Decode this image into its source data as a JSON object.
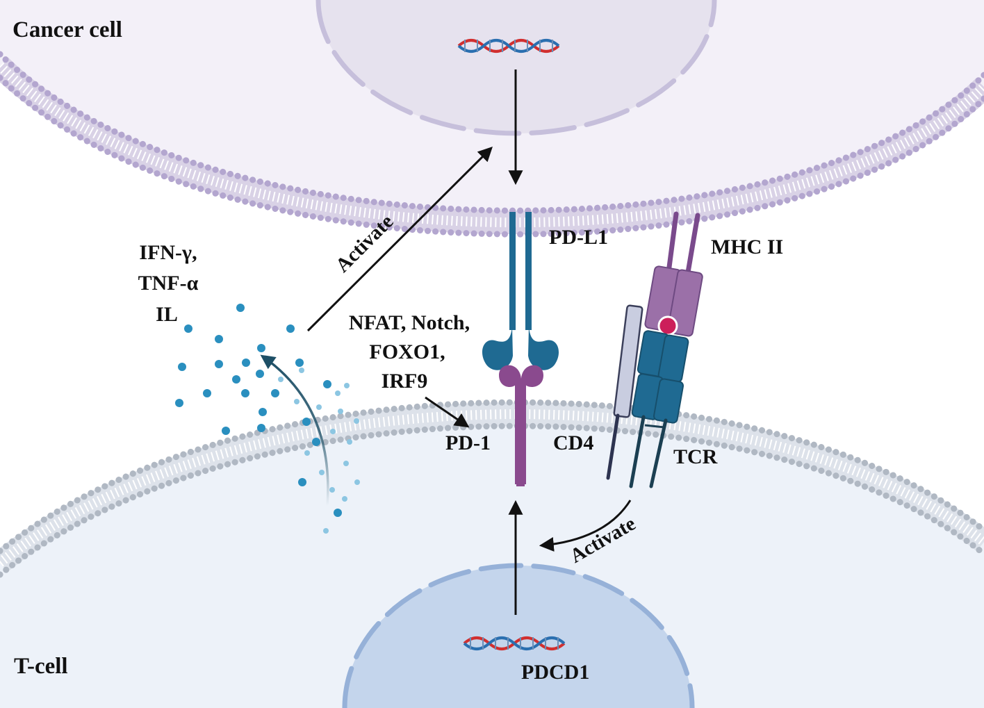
{
  "labels": {
    "cancer_cell": "Cancer cell",
    "t_cell": "T-cell",
    "pd_l1": "PD-L1",
    "mhc_ii": "MHC II",
    "pd_1": "PD-1",
    "cd4": "CD4",
    "tcr": "TCR",
    "pdcd1": "PDCD1",
    "cytokines": [
      "IFN-γ,",
      "TNF-α",
      "IL"
    ],
    "transcription_factors": [
      "NFAT, Notch,",
      "FOXO1,",
      "IRF9"
    ],
    "activate_top": "Activate",
    "activate_bottom": "Activate"
  },
  "colors": {
    "cancer_cytoplasm": "#f3f0f8",
    "t_cell_cytoplasm": "#edf2f9",
    "cancer_membrane": "#b3a6cf",
    "t_cell_membrane": "#b0b8c3",
    "cancer_nucleus": "#e6e2ee",
    "t_cell_nucleus": "#c4d5ec",
    "pd_l1": "#1f6a92",
    "pd_1": "#8a4a8e",
    "mhc": "#9b70a8",
    "tcr": "#1f6a92",
    "cd4": "#c9cde0",
    "cytokine": "#2a8fbf",
    "dna_red": "#d12f2f",
    "dna_blue": "#2a6fb0",
    "arrow": "#111111"
  },
  "icons": [
    "dna-helix-icon",
    "cytokine-dot-icon",
    "receptor-icon"
  ]
}
